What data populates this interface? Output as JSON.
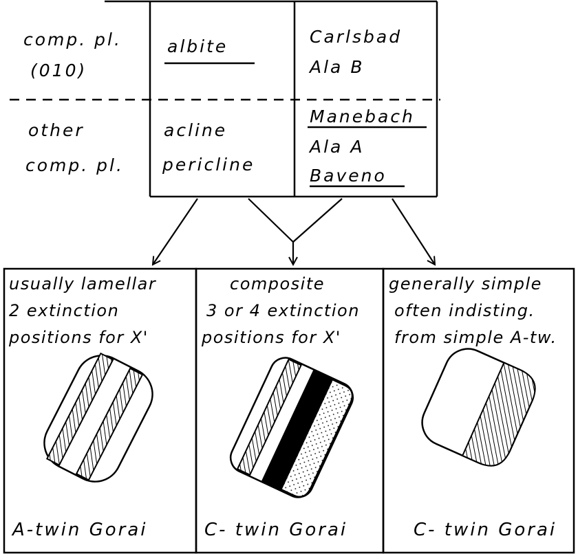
{
  "table": {
    "rows": [
      {
        "label": [
          "comp. pl.",
          "(010)"
        ],
        "col_a": [
          "albite"
        ],
        "col_b": [
          "Carlsbad",
          "Ala B"
        ]
      },
      {
        "label": [
          "other",
          "comp. pl."
        ],
        "col_a": [
          "acline",
          "pericline"
        ],
        "col_b": [
          "Manebach",
          "Ala A",
          "Baveno"
        ]
      }
    ],
    "underlined": [
      "albite",
      "Manebach",
      "Baveno"
    ]
  },
  "boxes": [
    {
      "lines": [
        "usually lamellar",
        "2 extinction",
        "positions for X'"
      ],
      "caption": "A-twin Gorai",
      "grain_pattern": "alternating-hatched-lamellae"
    },
    {
      "lines": [
        "composite",
        "3 or 4 extinction",
        "positions for X'"
      ],
      "caption": "C- twin Gorai",
      "grain_pattern": "hatched-white-black-dotted-bands"
    },
    {
      "lines": [
        "generally simple",
        "often indisting.",
        "from simple A-tw."
      ],
      "caption": "C- twin Gorai",
      "grain_pattern": "half-white-half-hatched"
    }
  ]
}
